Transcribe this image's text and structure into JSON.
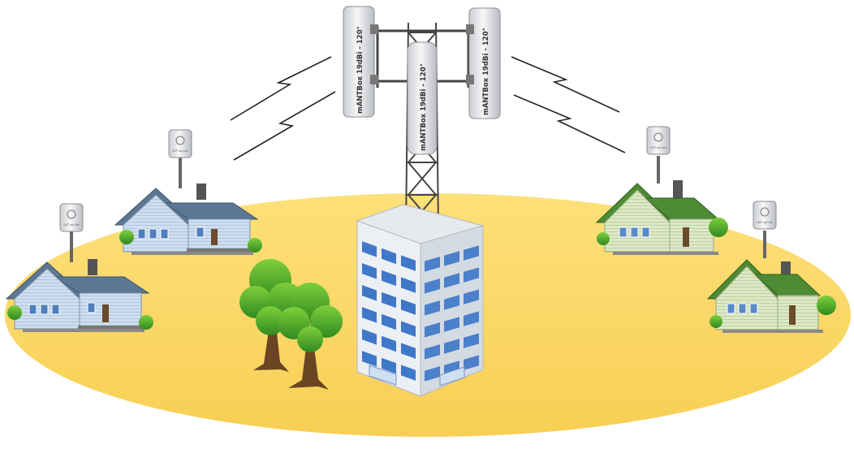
{
  "scene": {
    "tower": {
      "antennas": [
        {
          "label": "mANTBox 19dBi - 120°"
        },
        {
          "label": "mANTBox 19dBi - 120°"
        },
        {
          "label": "mANTBox 19dBi - 120°"
        }
      ]
    },
    "client_dish": {
      "label": "SXT sq Lite"
    },
    "colors": {
      "ground": "#fdd865",
      "building_glass": "#3f78c9",
      "building_wall": "#d8dee6",
      "house_blue_roof": "#5b7793",
      "house_blue_wall": "#c9d9ea",
      "house_green_roof": "#4f8a35",
      "house_green_wall": "#d9e6c0",
      "tree_foliage": "#4aa52c",
      "trunk": "#6b4423"
    }
  }
}
